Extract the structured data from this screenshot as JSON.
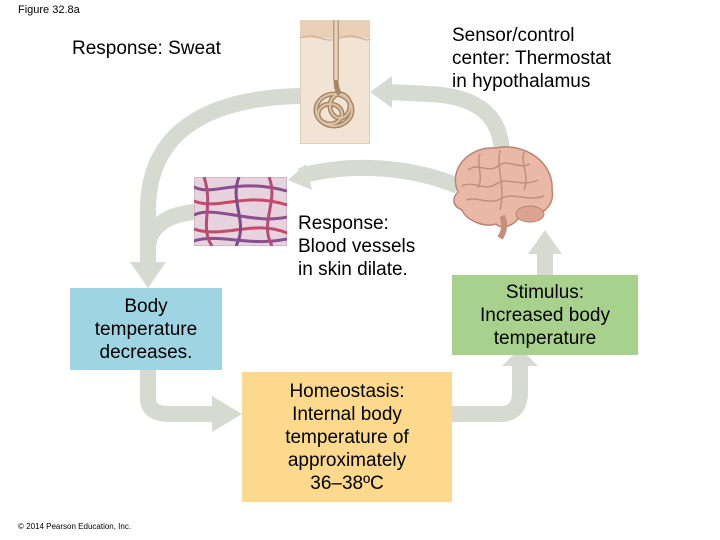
{
  "figure_label": "Figure 32.8a",
  "copyright": "© 2014 Pearson Education, Inc.",
  "labels": {
    "response_sweat": "Response: Sweat",
    "sensor_lines": [
      "Sensor/control",
      "center: Thermostat",
      "in hypothalamus"
    ],
    "response_vessels_lines": [
      "Response:",
      "Blood vessels",
      "in skin dilate."
    ]
  },
  "boxes": {
    "body_temp_lines": [
      "Body",
      "temperature",
      "decreases."
    ],
    "stimulus_lines": [
      "Stimulus:",
      "Increased body",
      "temperature"
    ],
    "homeostasis_lines": [
      "Homeostasis:",
      "Internal body",
      "temperature of",
      "approximately",
      "36–38ºC"
    ]
  },
  "colors": {
    "arrow": "#d7dad0",
    "box_decrease": "#9fd4e3",
    "box_stimulus": "#a9d18e",
    "box_homeostasis": "#fdd98d"
  },
  "icons": {
    "sweat_gland": "sweat-gland-illustration",
    "blood_vessels": "blood-vessels-illustration",
    "brain": "brain-illustration"
  }
}
